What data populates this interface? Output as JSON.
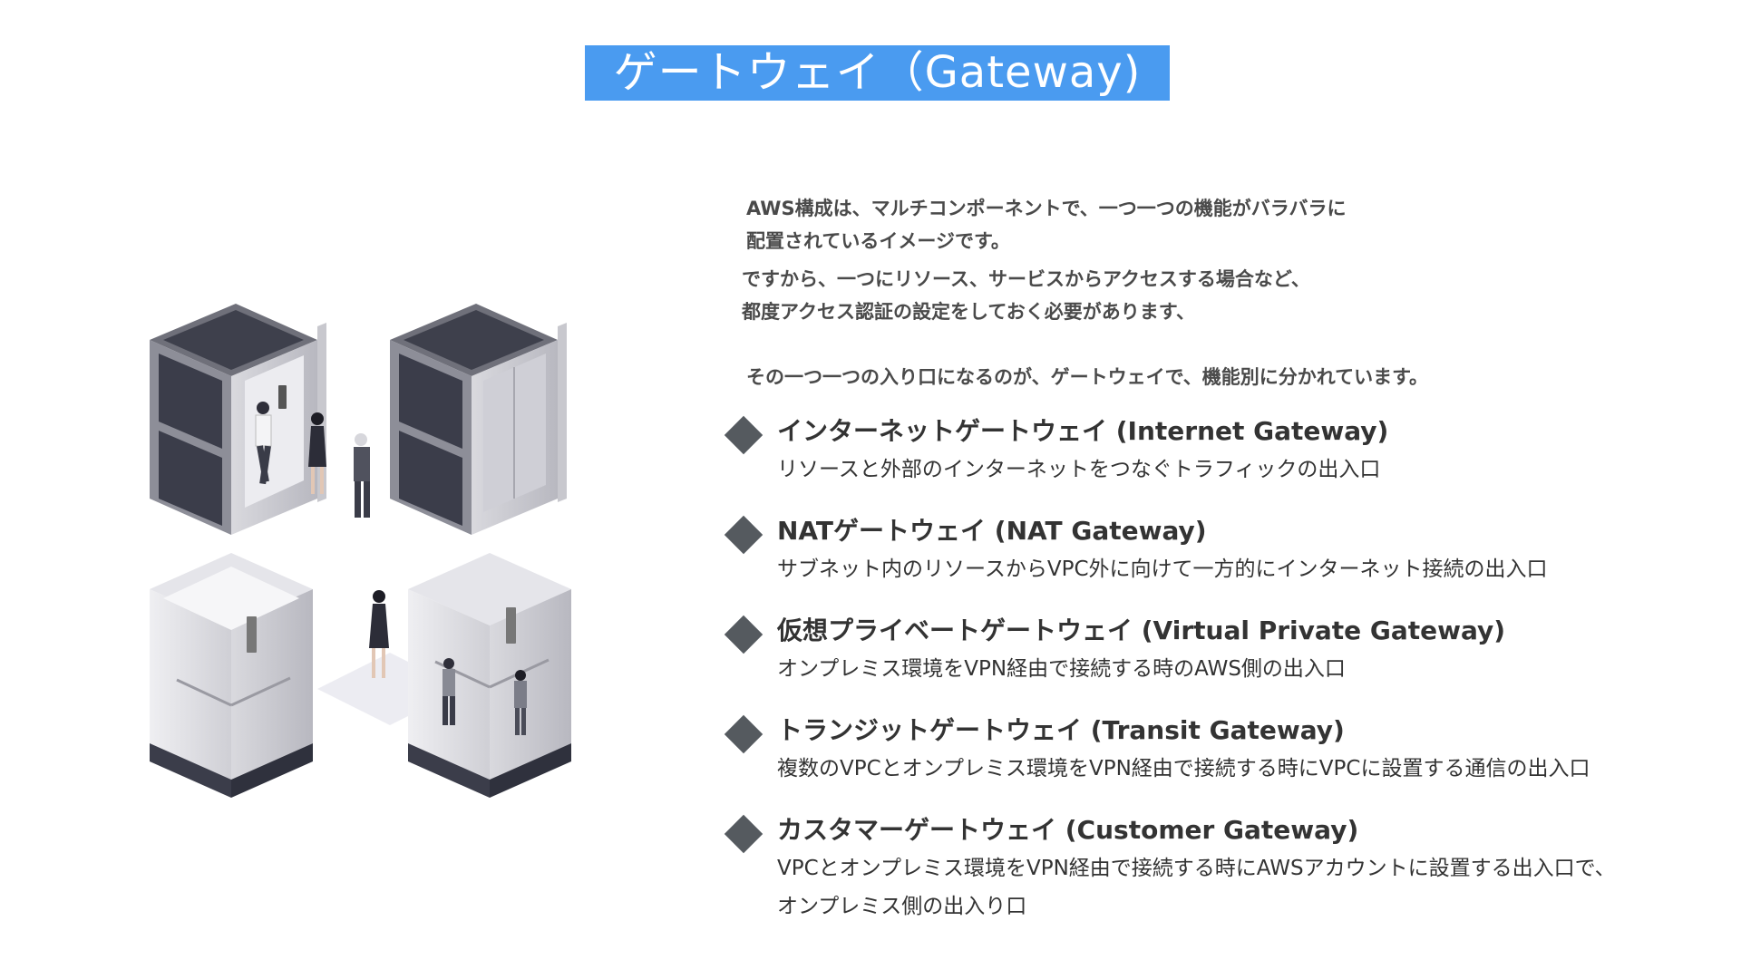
{
  "title": "ゲートウェイ（Gateway)",
  "intro": {
    "p1_line1": "AWS構成は、マルチコンポーネントで、一つ一つの機能がバラバラに",
    "p1_line2": "配置されているイメージです。",
    "p2_line1": "ですから、一つにリソース、サービスからアクセスする場合など、",
    "p2_line2": "都度アクセス認証の設定をしておく必要があります、",
    "p3": "その一つ一つの入り口になるのが、ゲートウェイで、機能別に分かれています。"
  },
  "gateways": [
    {
      "title": "インターネットゲートウェイ (Internet Gateway)",
      "desc": "リソースと外部のインターネットをつなぐトラフィックの出入口"
    },
    {
      "title": "NATゲートウェイ (NAT Gateway)",
      "desc": "サブネット内のリソースからVPC外に向けて一方的にインターネット接続の出入口"
    },
    {
      "title": "仮想プライベートゲートウェイ (Virtual Private Gateway)",
      "desc": "オンプレミス環境をVPN経由で接続する時のAWS側の出入口"
    },
    {
      "title": "トランジットゲートウェイ (Transit Gateway)",
      "desc": "複数のVPCとオンプレミス環境をVPN経由で接続する時にVPCに設置する通信の出入口"
    },
    {
      "title": "カスタマーゲートウェイ (Customer Gateway)",
      "desc": "VPCとオンプレミス環境をVPN経由で接続する時にAWSアカウントに設置する出入口で、",
      "desc2": "オンプレミス側の出入り口"
    }
  ],
  "colors": {
    "title_bg": "#4a9bf0",
    "bullet": "#555a5f",
    "text": "#333333"
  },
  "icons": [
    "elevator-illustration",
    "diamond-bullet-icon"
  ]
}
